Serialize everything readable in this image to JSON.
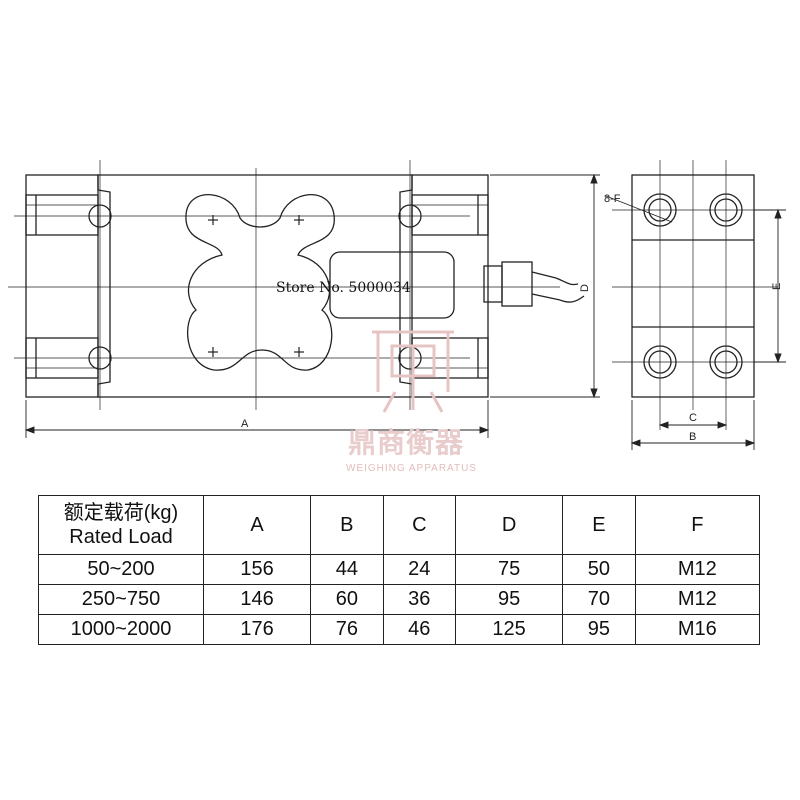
{
  "drawing": {
    "store_label": "Store No. 5000034",
    "watermark_cn": "鼎商衡器",
    "watermark_en": "WEIGHING APPARATUS",
    "dim_labels": {
      "a": "A",
      "b": "B",
      "c": "C",
      "d": "D",
      "e": "E",
      "f": "8-F"
    },
    "colors": {
      "line": "#222222",
      "watermark": "#e0b4b4"
    }
  },
  "table": {
    "header": {
      "load_cn": "额定载荷(kg)",
      "load_en": "Rated Load",
      "cols": [
        "A",
        "B",
        "C",
        "D",
        "E",
        "F"
      ]
    },
    "rows": [
      {
        "load": "50~200",
        "cells": [
          "156",
          "44",
          "24",
          "75",
          "50",
          "M12"
        ]
      },
      {
        "load": "250~750",
        "cells": [
          "146",
          "60",
          "36",
          "95",
          "70",
          "M12"
        ]
      },
      {
        "load": "1000~2000",
        "cells": [
          "176",
          "76",
          "46",
          "125",
          "95",
          "M16"
        ]
      }
    ]
  }
}
